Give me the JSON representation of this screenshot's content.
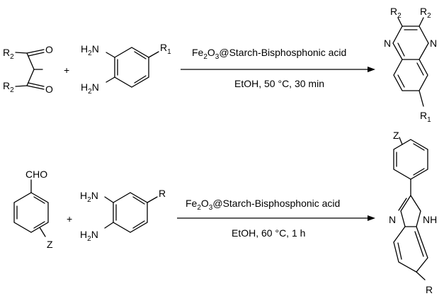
{
  "reaction1": {
    "diketone": {
      "r_top": "R",
      "r_top_sub": "2",
      "r_bot": "R",
      "r_bot_sub": "2",
      "o_top": "O",
      "o_bot": "O"
    },
    "plus": "+",
    "diamine": {
      "nh2_top": "H",
      "nh2_top_sub": "2",
      "nh2_top_n": "N",
      "nh2_bot": "H",
      "nh2_bot_sub": "2",
      "nh2_bot_n": "N",
      "r": "R",
      "r_sub": "1"
    },
    "catalyst": {
      "a": "Fe",
      "b": "2",
      "c": "O",
      "d": "3",
      "e": "@Starch-Bisphosphonic acid"
    },
    "conditions": "EtOH, 50 °C, 30 min",
    "product": {
      "r_left": "R",
      "r_left_sub": "2",
      "r_right": "R",
      "r_right_sub": "2",
      "n_left": "N",
      "n_right": "N",
      "r_bottom": "R",
      "r_bottom_sub": "1"
    }
  },
  "reaction2": {
    "aldehyde": {
      "cho": "CHO",
      "z": "Z"
    },
    "plus": "+",
    "diamine": {
      "nh2_top": "H",
      "nh2_top_sub": "2",
      "nh2_top_n": "N",
      "nh2_bot": "H",
      "nh2_bot_sub": "2",
      "nh2_bot_n": "N",
      "r": "R"
    },
    "catalyst": {
      "a": "Fe",
      "b": "2",
      "c": "O",
      "d": "3",
      "e": "@Starch-Bisphosphonic acid"
    },
    "conditions": "EtOH, 60 °C, 1 h",
    "product": {
      "z": "Z",
      "n_left": "N",
      "nh": "NH",
      "r": "R"
    }
  }
}
